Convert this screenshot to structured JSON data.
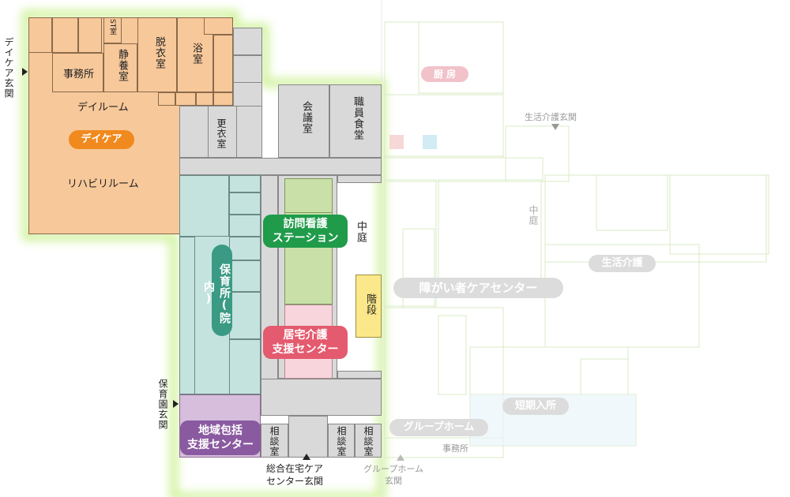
{
  "left_building": {
    "day_care_area": {
      "jimusho": "事務所",
      "st_room": "ST室",
      "seiyo_room": "静養室",
      "datsui_room": "脱衣室",
      "yoku_room": "浴室",
      "day_room": "デイルーム",
      "day_care_badge": "デイケア",
      "rehab_room": "リハビリルーム"
    },
    "kaii_room": "更衣室",
    "kaigi_room": "会議室",
    "shokuin_shokudo": "職員食堂",
    "houmon_kango_badge": "訪問看護\nステーション",
    "nakaniwa": "中庭",
    "kaidan": "階段",
    "hoikusho_badge": "保育所(院内)",
    "kyotaku_kaigo_badge": "居宅介護\n支援センター",
    "chiiki_houkatsu_badge": "地域包括\n支援センター",
    "soudan_room": "相談室"
  },
  "entrances": {
    "day_care": "デイケア玄関",
    "hoikuen": "保育園玄関",
    "sougou_zaitaku": "総合在宅ケア\nセンター玄関",
    "group_home": "グループホーム\n玄関",
    "seikatsu_kaigo": "生活介護玄関"
  },
  "right_building": {
    "kitchen_badge": "厨 房",
    "nakaniwa": "中庭",
    "seikatsu_kaigo_badge": "生活介護",
    "shougai_center_badge": "障がい者ケアセンター",
    "tanki_nyusho_badge": "短期入所",
    "group_home_badge": "グループホーム",
    "jimusho": "事務所"
  },
  "colors": {
    "day_care": "#f08a1e",
    "houmon_kango": "#1f9b4a",
    "hoikusho": "#3a9a84",
    "kyotaku_kaigo": "#e45a6e",
    "chiiki_houkatsu": "#8a5aa0"
  }
}
